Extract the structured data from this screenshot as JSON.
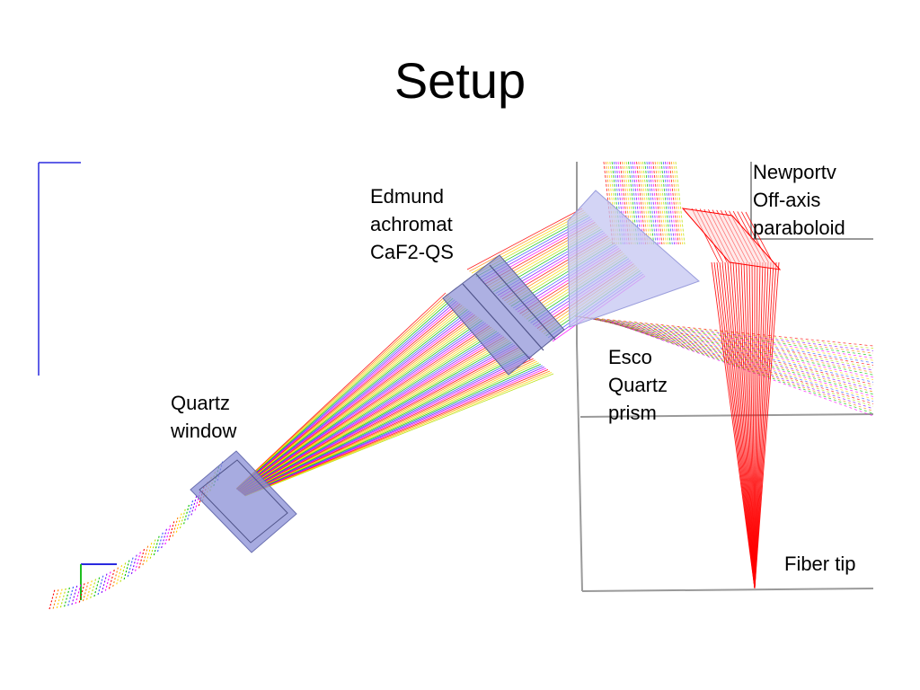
{
  "title": "Setup",
  "labels": {
    "edmund": [
      "Edmund",
      "achromat",
      "CaF2-QS"
    ],
    "newport": [
      "Newportv",
      "Off-axis",
      "paraboloid"
    ],
    "esco": [
      "Esco",
      "Quartz",
      "prism"
    ],
    "quartz_window": [
      "Quartz",
      "window"
    ],
    "fiber_tip": "Fiber tip"
  },
  "colors": {
    "spectrum": [
      "#ff0000",
      "#ff7f00",
      "#ffd400",
      "#b5e000",
      "#00c000",
      "#3355ff",
      "#8000ff",
      "#ff00ff"
    ],
    "optic_fill": "#8a8fd6",
    "prism_fill": "#c4c6f2",
    "frame": "#9a9a9a",
    "axis_blue": "#2a2adf",
    "axis_green": "#1fbf1f"
  }
}
